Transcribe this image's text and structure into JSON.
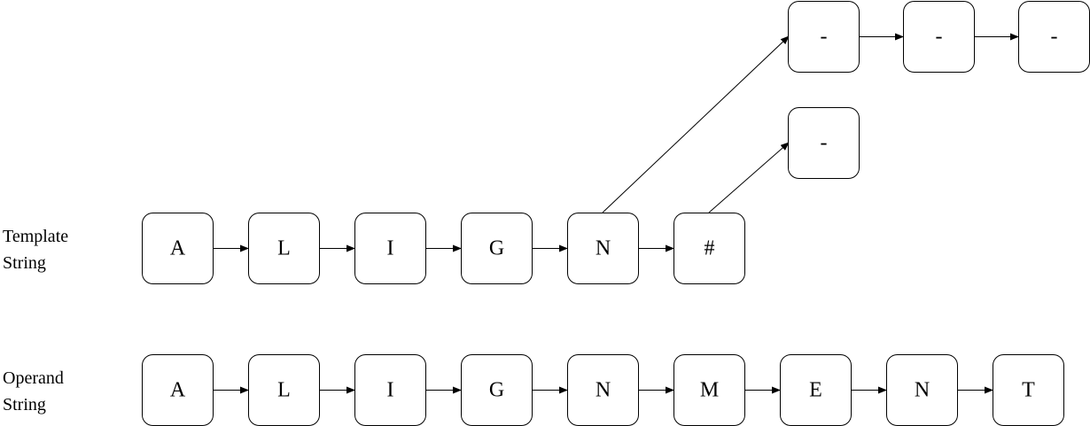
{
  "labels": {
    "template": "Template\nString",
    "operand": "Operand\nString"
  },
  "template_chars": [
    "A",
    "L",
    "I",
    "G",
    "N",
    "#"
  ],
  "operand_chars": [
    "A",
    "L",
    "I",
    "G",
    "N",
    "M",
    "E",
    "N",
    "T"
  ],
  "branch_upper_chars": [
    "-",
    "-",
    "-"
  ],
  "branch_lower_chars": [
    "-"
  ],
  "colors": {
    "node_fill": "#ffffff",
    "node_stroke": "#000000",
    "edge": "#000000"
  }
}
